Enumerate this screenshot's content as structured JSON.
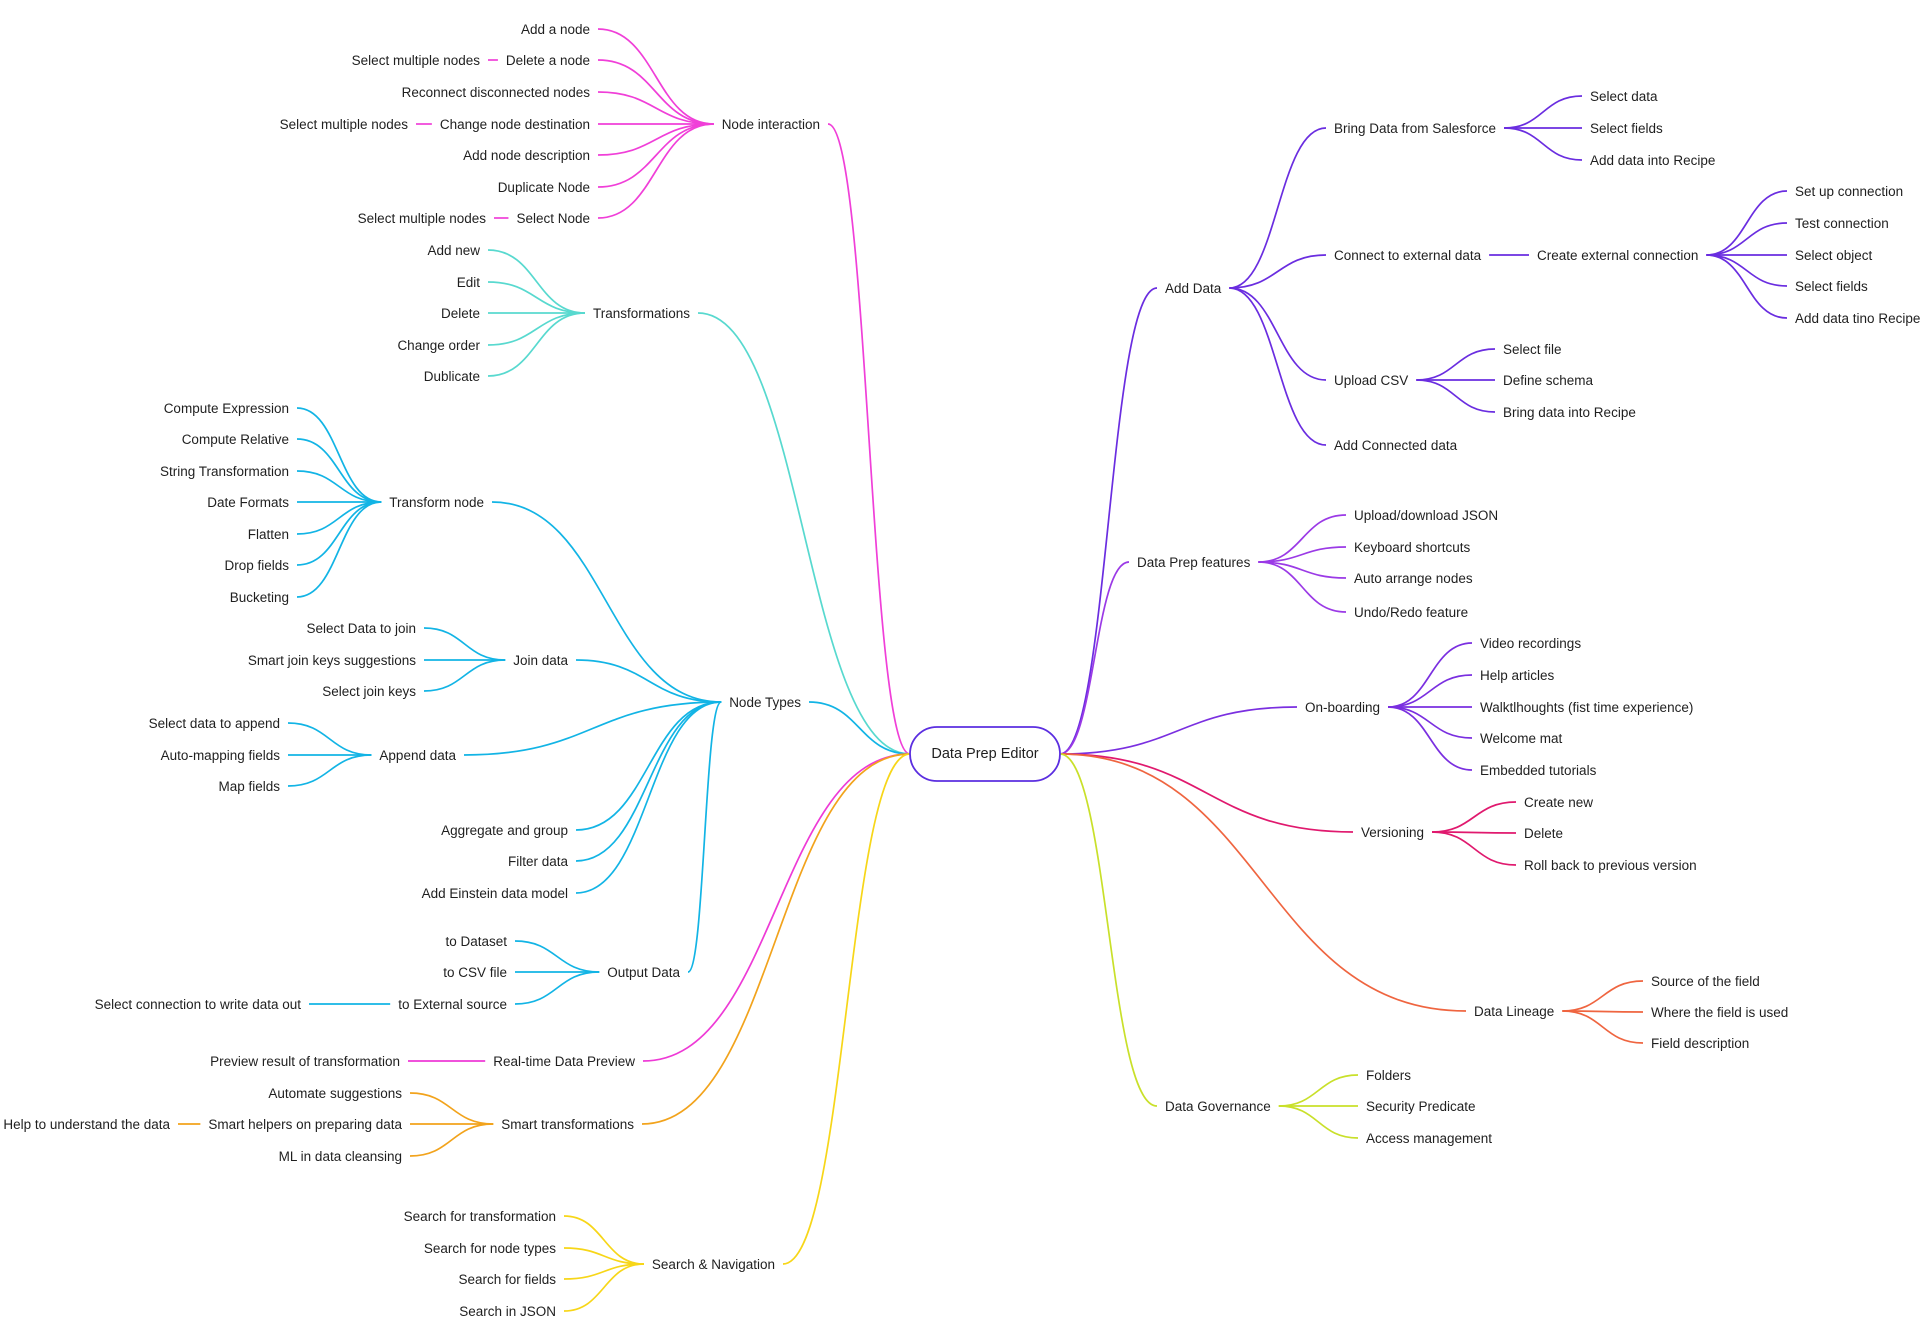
{
  "root": {
    "label": "Data Prep Editor",
    "color": "#5b2ee0",
    "left": [
      {
        "label": "Node interaction",
        "color": "#f03fd8",
        "children": [
          {
            "label": "Add a node"
          },
          {
            "label": "Delete a node",
            "children": [
              {
                "label": "Select multiple nodes"
              }
            ]
          },
          {
            "label": "Reconnect disconnected nodes"
          },
          {
            "label": "Change node destination",
            "children": [
              {
                "label": "Select multiple nodes"
              }
            ]
          },
          {
            "label": "Add node description"
          },
          {
            "label": "Duplicate Node"
          },
          {
            "label": "Select Node",
            "children": [
              {
                "label": "Select multiple nodes"
              }
            ]
          }
        ]
      },
      {
        "label": "Transformations",
        "color": "#58d9cf",
        "children": [
          {
            "label": "Add new"
          },
          {
            "label": "Edit"
          },
          {
            "label": "Delete"
          },
          {
            "label": "Change order"
          },
          {
            "label": "Dublicate"
          }
        ]
      },
      {
        "label": "Node Types",
        "color": "#12b4e5",
        "children": [
          {
            "label": "Transform node",
            "children": [
              {
                "label": "Compute Expression"
              },
              {
                "label": "Compute Relative"
              },
              {
                "label": "String Transformation"
              },
              {
                "label": "Date Formats"
              },
              {
                "label": "Flatten"
              },
              {
                "label": "Drop fields"
              },
              {
                "label": "Bucketing"
              }
            ]
          },
          {
            "label": "Join data",
            "children": [
              {
                "label": "Select Data to join"
              },
              {
                "label": "Smart join keys suggestions"
              },
              {
                "label": "Select join keys"
              }
            ]
          },
          {
            "label": "Append data",
            "children": [
              {
                "label": "Select data to append"
              },
              {
                "label": "Auto-mapping fields"
              },
              {
                "label": "Map fields"
              }
            ]
          },
          {
            "label": "Aggregate and group"
          },
          {
            "label": "Filter data"
          },
          {
            "label": "Add Einstein data model"
          },
          {
            "label": "Output Data",
            "children": [
              {
                "label": "to Dataset"
              },
              {
                "label": "to CSV file"
              },
              {
                "label": "to External source",
                "children": [
                  {
                    "label": "Select connection to write data out"
                  }
                ]
              }
            ]
          }
        ]
      },
      {
        "label": "Real-time Data Preview",
        "color": "#ee3ad6",
        "children": [
          {
            "label": "Preview result of transformation"
          }
        ]
      },
      {
        "label": "Smart transformations",
        "color": "#f2a31c",
        "children": [
          {
            "label": "Automate suggestions"
          },
          {
            "label": "Smart helpers on preparing data",
            "children": [
              {
                "label": "Help to understand the data"
              }
            ]
          },
          {
            "label": "ML in data cleansing"
          }
        ]
      },
      {
        "label": "Search & Navigation",
        "color": "#f7d618",
        "children": [
          {
            "label": "Search for transformation"
          },
          {
            "label": "Search for node types"
          },
          {
            "label": "Search for fields"
          },
          {
            "label": "Search in JSON"
          }
        ]
      }
    ],
    "right": [
      {
        "label": "Add Data",
        "color": "#6a2de0",
        "children": [
          {
            "label": "Bring Data from Salesforce",
            "children": [
              {
                "label": "Select data"
              },
              {
                "label": "Select fields"
              },
              {
                "label": "Add data into Recipe"
              }
            ]
          },
          {
            "label": "Connect to external data",
            "children": [
              {
                "label": "Create external connection",
                "children": [
                  {
                    "label": "Set up connection"
                  },
                  {
                    "label": "Test connection"
                  },
                  {
                    "label": "Select object"
                  },
                  {
                    "label": "Select fields"
                  },
                  {
                    "label": "Add data tino Recipe"
                  }
                ]
              }
            ]
          },
          {
            "label": "Upload CSV",
            "children": [
              {
                "label": "Select file"
              },
              {
                "label": "Define schema"
              },
              {
                "label": "Bring data into Recipe"
              }
            ]
          },
          {
            "label": "Add Connected data"
          }
        ]
      },
      {
        "label": "Data Prep features",
        "color": "#9b3ae6",
        "children": [
          {
            "label": "Upload/download JSON"
          },
          {
            "label": "Keyboard shortcuts"
          },
          {
            "label": "Auto arrange nodes"
          },
          {
            "label": "Undo/Redo feature"
          }
        ]
      },
      {
        "label": "On-boarding",
        "color": "#7a2fe0",
        "children": [
          {
            "label": "Video recordings"
          },
          {
            "label": "Help articles"
          },
          {
            "label": "Walktlhoughts (fist time experience)"
          },
          {
            "label": "Welcome mat"
          },
          {
            "label": "Embedded tutorials"
          }
        ]
      },
      {
        "label": "Versioning",
        "color": "#e0196e",
        "children": [
          {
            "label": "Create new"
          },
          {
            "label": "Delete"
          },
          {
            "label": "Roll back to previous version"
          }
        ]
      },
      {
        "label": "Data Lineage",
        "color": "#ef6540",
        "children": [
          {
            "label": "Source of the field"
          },
          {
            "label": "Where the field is used"
          },
          {
            "label": "Field description"
          }
        ]
      },
      {
        "label": "Data Governance",
        "color": "#c9e02a",
        "children": [
          {
            "label": "Folders"
          },
          {
            "label": "Security Predicate"
          },
          {
            "label": "Access management"
          }
        ]
      }
    ]
  }
}
